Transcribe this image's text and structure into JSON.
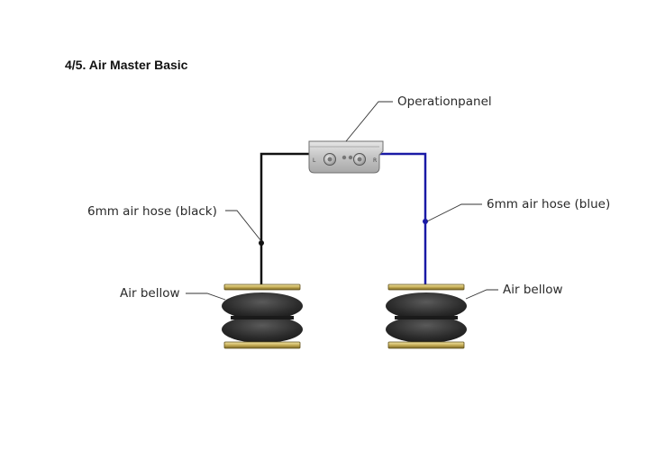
{
  "title": "4/5. Air Master Basic",
  "labels": {
    "operation_panel": "Operationpanel",
    "hose_black": "6mm air hose (black)",
    "hose_blue": "6mm air hose (blue)",
    "bellow_left": "Air bellow",
    "bellow_right": "Air bellow"
  },
  "panel": {
    "port_left_mark": "L",
    "port_right_mark": "R"
  },
  "colors": {
    "hose_black": "#111111",
    "hose_blue": "#1a1aa6",
    "bellow_body": "#2b2b2b",
    "bellow_plate": "#c9b56a",
    "panel": "#c9c9c9"
  }
}
